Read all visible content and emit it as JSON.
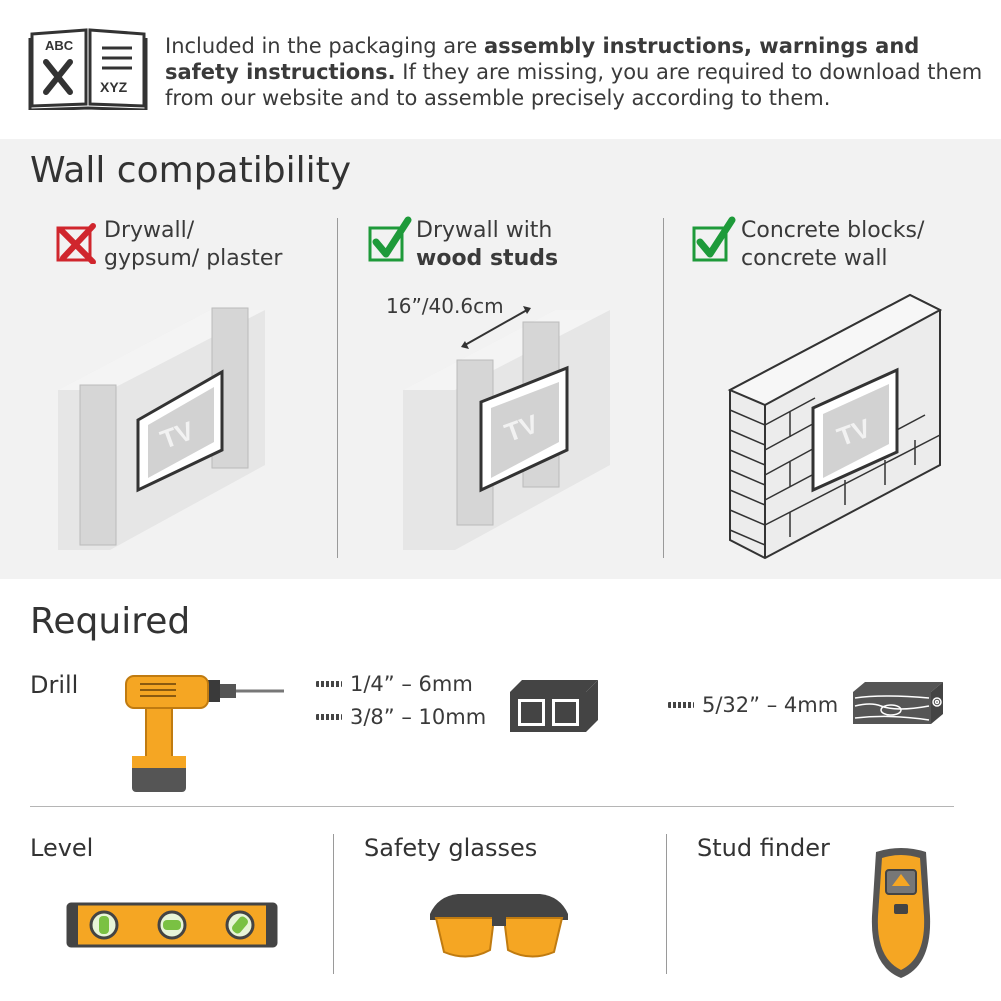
{
  "intro": {
    "icon_top": "ABC",
    "icon_bottom": "XYZ",
    "text_1": "Included in the packaging are ",
    "bold_1": "assembly instructions, warnings and safety instructions.",
    "text_2": " If they are missing, you are required to download them from our website and to assemble precisely according to them."
  },
  "wall": {
    "title": "Wall compatibility",
    "columns": [
      {
        "line1": "Drywall/",
        "line2": "gypsum/ plaster",
        "status": "not-compatible"
      },
      {
        "line1": "Drywall with",
        "line2": "wood studs",
        "status": "compatible",
        "measure": "16”/40.6cm"
      },
      {
        "line1": "Concrete blocks/",
        "line2": "concrete wall",
        "status": "compatible"
      }
    ],
    "tv_label": "TV"
  },
  "required": {
    "title": "Required",
    "drill": {
      "label": "Drill",
      "bits_concrete": [
        "1/4” – 6mm",
        "3/8” – 10mm"
      ],
      "bit_wood": "5/32” – 4mm"
    },
    "tools": [
      {
        "label": "Level"
      },
      {
        "label": "Safety glasses"
      },
      {
        "label": "Stud finder"
      }
    ]
  },
  "colors": {
    "accent_orange": "#f5a623",
    "check_green": "#1e9a3a",
    "cross_red": "#d0262d",
    "band_gray": "#f2f2f2"
  }
}
